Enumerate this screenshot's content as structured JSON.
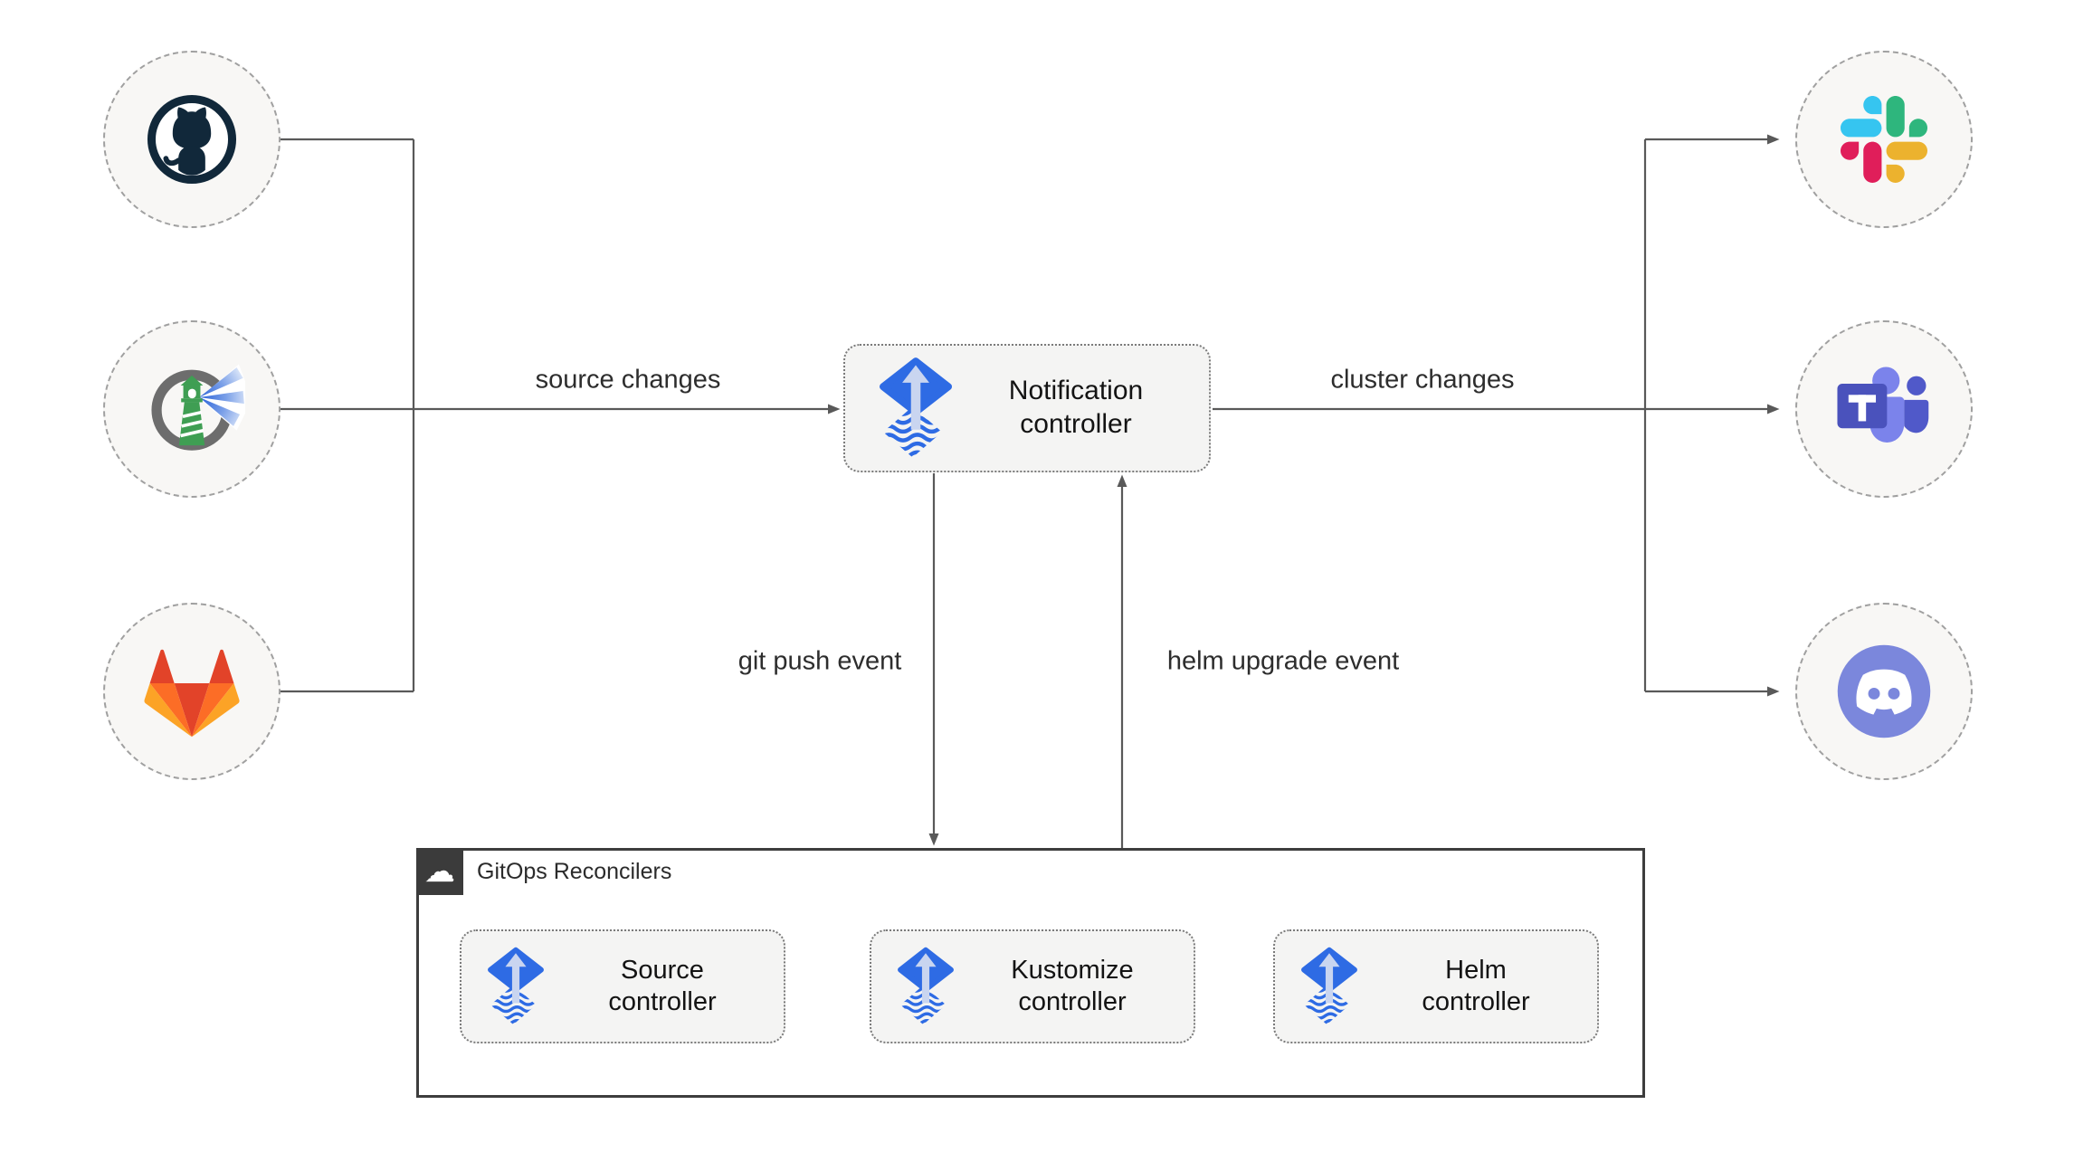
{
  "edge_labels": {
    "source_changes": "source changes",
    "cluster_changes": "cluster changes",
    "git_push_event": "git push event",
    "helm_upgrade_event": "helm upgrade event"
  },
  "nodes": {
    "notification_controller": {
      "label": "Notification controller",
      "icon": "flux-icon"
    },
    "source_controller": {
      "label": "Source controller",
      "icon": "flux-icon"
    },
    "kustomize_controller": {
      "label": "Kustomize controller",
      "icon": "flux-icon"
    },
    "helm_controller": {
      "label": "Helm controller",
      "icon": "flux-icon"
    }
  },
  "group": {
    "label": "GitOps Reconcilers",
    "icon": "cloud-icon",
    "cloud_glyph": "☁"
  },
  "sources": [
    {
      "icon": "github-icon"
    },
    {
      "icon": "harbor-icon"
    },
    {
      "icon": "gitlab-icon"
    }
  ],
  "targets": [
    {
      "icon": "slack-icon"
    },
    {
      "icon": "teams-icon"
    },
    {
      "icon": "discord-icon"
    }
  ],
  "colors": {
    "wire": "#595959",
    "node_fill": "#f4f4f3",
    "circle_fill": "#f8f7f5",
    "flux_blue": "#2e6be4",
    "flux_light": "#c9d5f0",
    "group_border": "#3d3d3d",
    "group_tab": "#3b3b3b",
    "github_navy": "#11283a",
    "gitlab_red": "#e24329",
    "gitlab_orange": "#fc6d26",
    "gitlab_yellow": "#fca326",
    "slack_blue": "#36c5f0",
    "slack_green": "#2eb67d",
    "slack_yellow": "#ecb22e",
    "slack_pink": "#e01e5a",
    "teams_purple": "#4a52bc",
    "teams_light": "#7b83eb",
    "discord_blurple": "#7b87dc",
    "harbor_green": "#3f9e53",
    "harbor_gray": "#6d6d6d"
  }
}
